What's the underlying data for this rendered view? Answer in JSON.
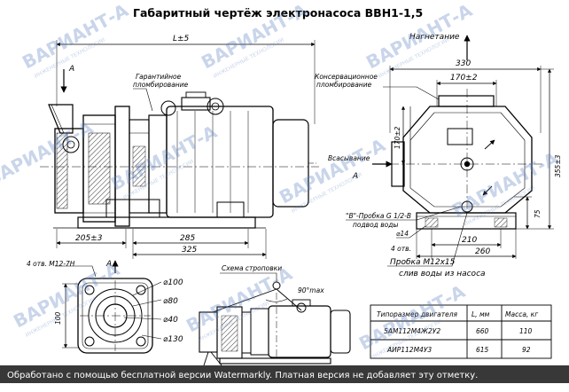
{
  "title": "Габаритный чертёж электронасоса ВВН1-1,5",
  "labels": {
    "l_plus_5": "L±5",
    "arrow_a": "А",
    "garantee_seal_l1": "Гарантийное",
    "garantee_seal_l2": "пломбирование",
    "conserv_seal_l1": "Консервационное",
    "conserv_seal_l2": "пломбирование",
    "discharge": "Нагнетание",
    "suction": "Всасывание",
    "plug_l1": "\"В\"-Пробка G 1/2-В",
    "plug_l2": "подвод воды",
    "drain_plug_l1": "Пробка М12х15",
    "drain_plug_l2": "слив воды из насоса",
    "holes": "4 отв. М12-7Н",
    "holes_14": "4 отв.",
    "view_a": "А",
    "sling_scheme": "Схема строповки",
    "angle": "90°max"
  },
  "dimensions": {
    "d330": "330",
    "d170": "170±2",
    "d170v": "170±2",
    "d355": "355±3",
    "d75": "75",
    "d14": "⌀14",
    "d210": "210",
    "d260": "260",
    "d205": "205±3",
    "d285": "285",
    "d325": "325",
    "d100v": "100",
    "d100": "⌀100",
    "d80": "⌀80",
    "d40": "⌀40",
    "d130": "⌀130"
  },
  "table": {
    "headers": [
      "Типоразмер двигателя",
      "L, мм",
      "Масса, кг"
    ],
    "rows": [
      [
        "5АМ112М4Ж2У2",
        "660",
        "110"
      ],
      [
        "АИР112М4У3",
        "615",
        "92"
      ]
    ]
  },
  "watermark": {
    "brand": "ВАРИАНТ-А",
    "sub": "ИНЖЕНЕРНЫЕ ТЕХНОЛОГИИ"
  },
  "footer": "Обработано с помощью бесплатной версии Watermarkly. Платная версия не добавляет эту отметку.",
  "colors": {
    "line": "#000000",
    "watermark": "#5a7fbf",
    "footer_bg": "#000000",
    "footer_text": "#ffffff"
  }
}
